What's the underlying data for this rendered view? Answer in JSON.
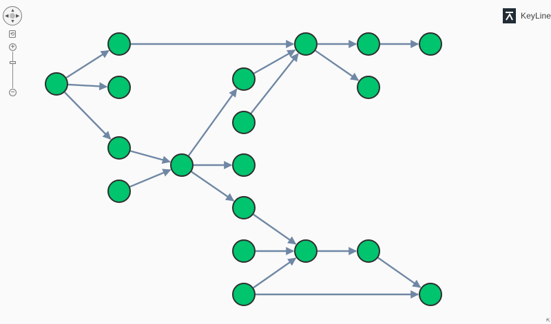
{
  "brand": {
    "name": "KeyLines"
  },
  "controls": {
    "pan_up": "▲",
    "pan_down": "▼",
    "pan_left": "◀",
    "pan_right": "▶",
    "fit": "⟲",
    "zoom_in": "+",
    "zoom_out": "−",
    "corner": "⇱"
  },
  "colors": {
    "node_fill": "#00c46e",
    "node_stroke": "#2e2e2e",
    "link": "#6f87a4",
    "background": "#fafafa"
  },
  "graph": {
    "nodes": [
      "n1",
      "n2",
      "n3",
      "n4",
      "n5",
      "n6",
      "n7",
      "n8",
      "n9",
      "n10",
      "n11",
      "n12",
      "n13",
      "n14",
      "n15",
      "n16",
      "n17",
      "n18",
      "n19",
      "n20"
    ],
    "links": [
      [
        "n1",
        "n2"
      ],
      [
        "n1",
        "n3"
      ],
      [
        "n1",
        "n4"
      ],
      [
        "n2",
        "n10"
      ],
      [
        "n4",
        "n6"
      ],
      [
        "n5",
        "n6"
      ],
      [
        "n6",
        "n7"
      ],
      [
        "n6",
        "n8"
      ],
      [
        "n6",
        "n9"
      ],
      [
        "n7",
        "n10"
      ],
      [
        "n11",
        "n10"
      ],
      [
        "n10",
        "n12"
      ],
      [
        "n10",
        "n13"
      ],
      [
        "n12",
        "n14"
      ],
      [
        "n9",
        "n16"
      ],
      [
        "n15",
        "n16"
      ],
      [
        "n17",
        "n16"
      ],
      [
        "n16",
        "n18"
      ],
      [
        "n18",
        "n19"
      ],
      [
        "n17",
        "n19"
      ]
    ]
  }
}
